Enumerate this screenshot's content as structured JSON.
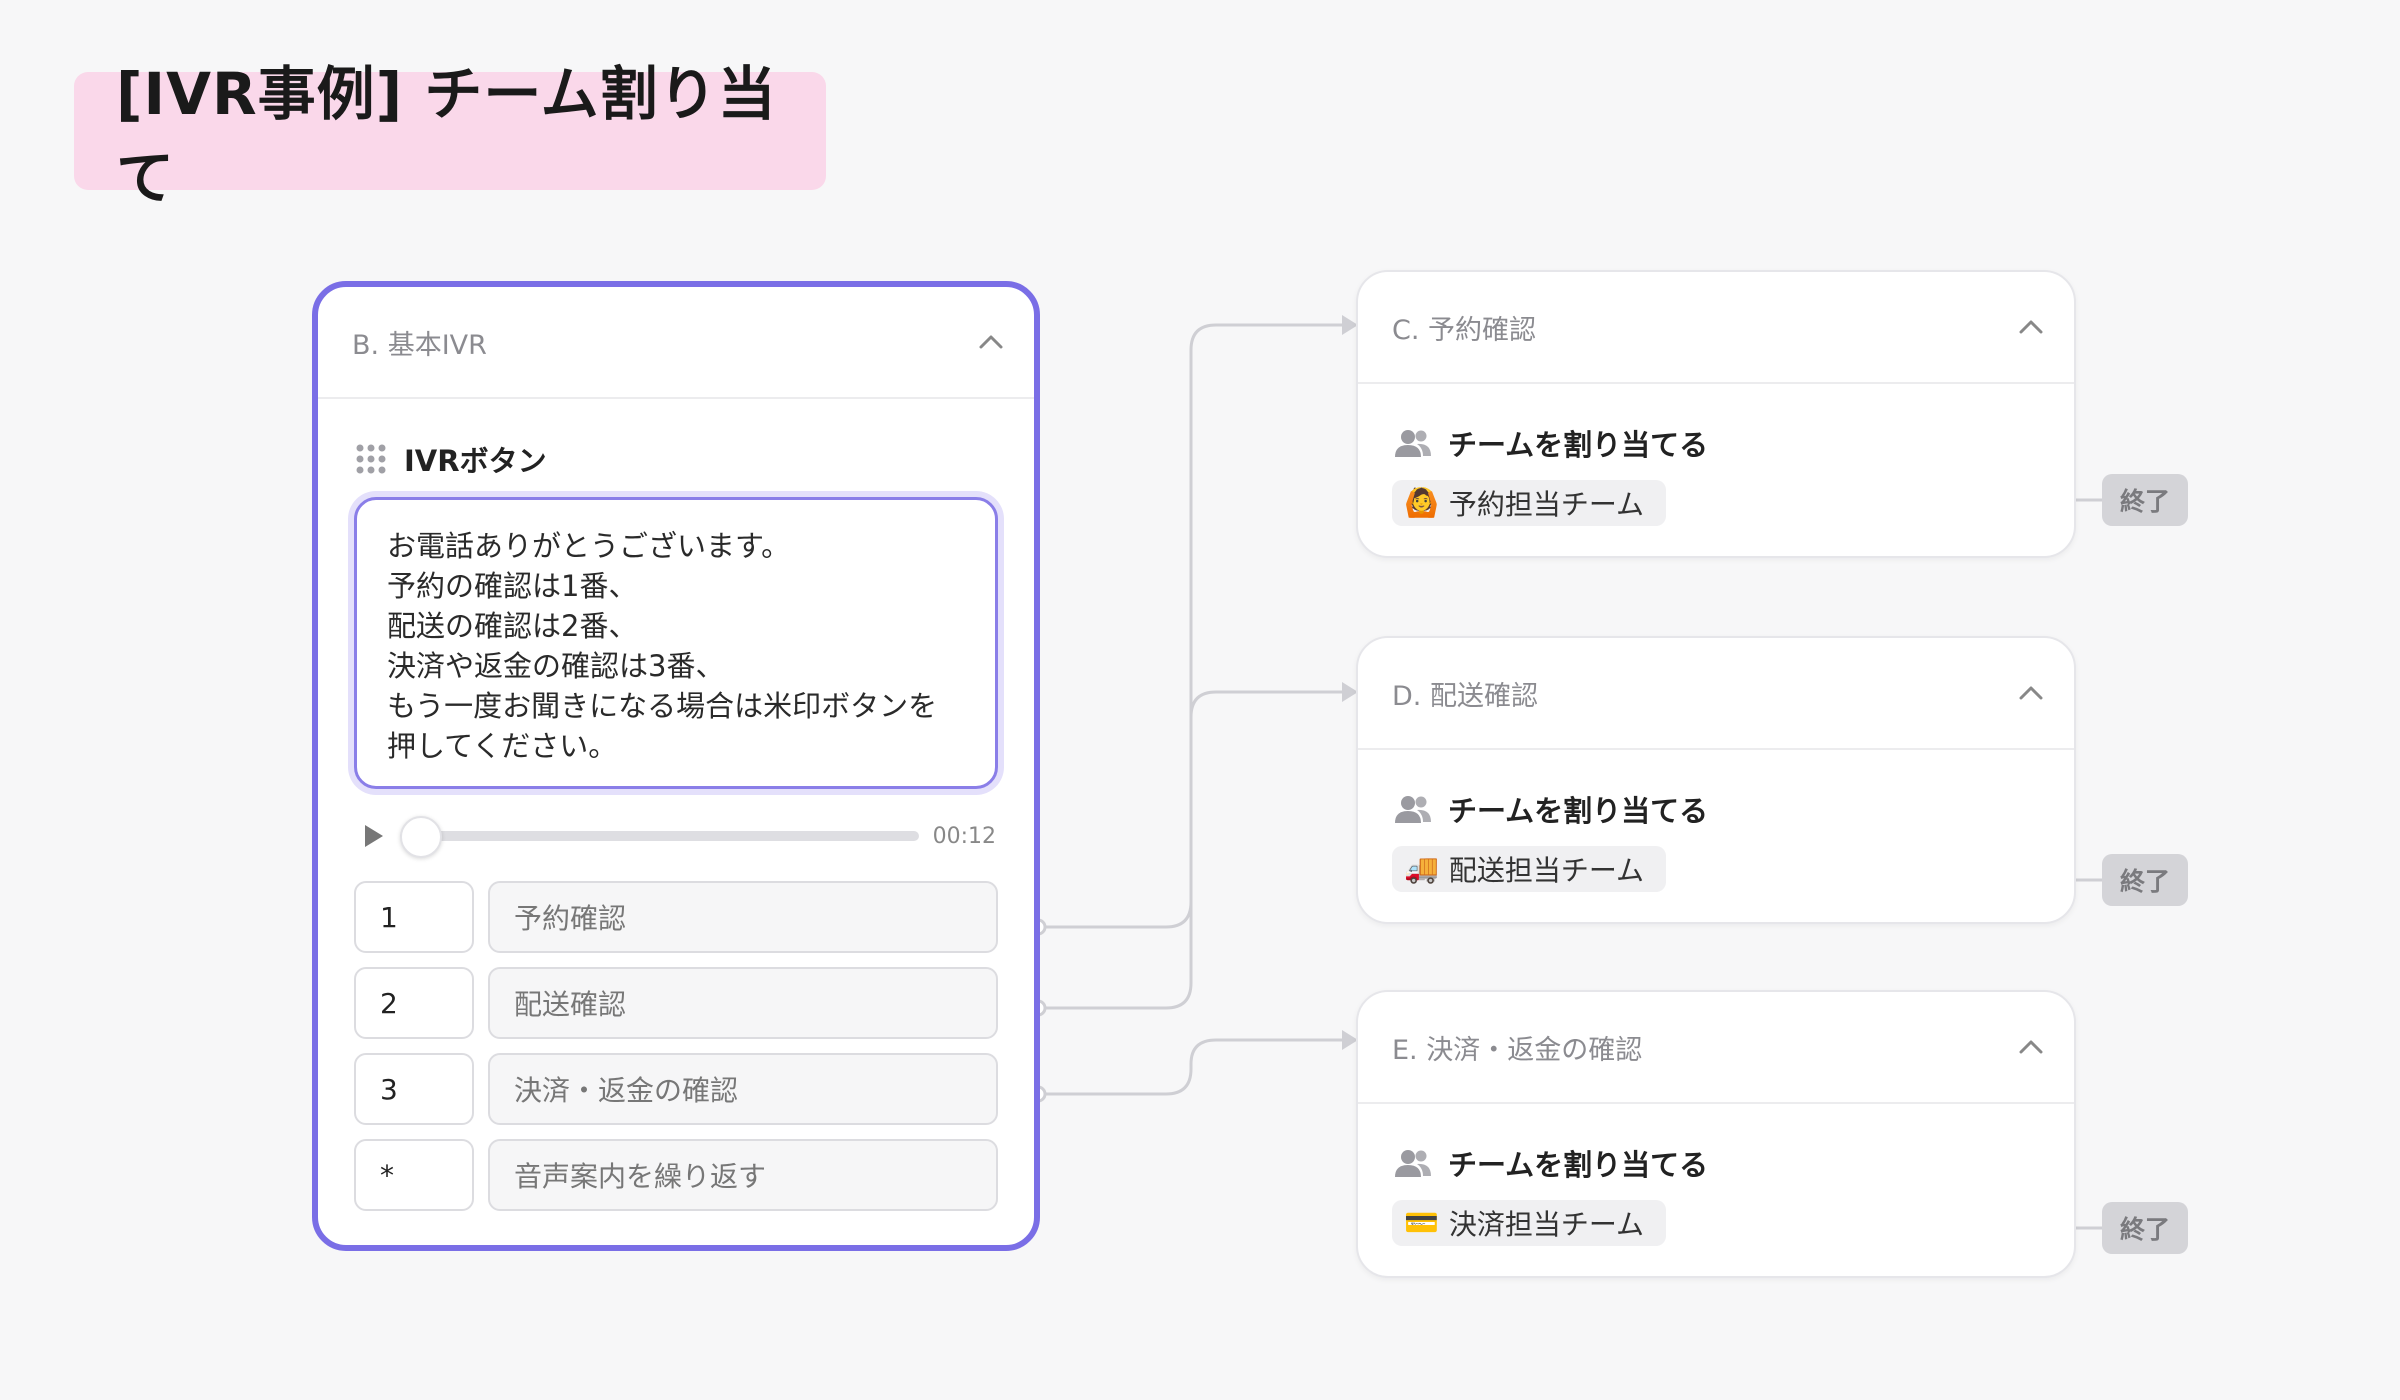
{
  "page_title": "[IVR事例] チーム割り当て",
  "ivr_card": {
    "title": "B. 基本IVR",
    "section_label": "IVRボタン",
    "message": "お電話ありがとうございます。\n予約の確認は1番、\n配送の確認は2番、\n決済や返金の確認は3番、\nもう一度お聞きになる場合は米印ボタンを\n押してください。",
    "audio": {
      "duration": "00:12",
      "progress": 0
    },
    "buttons": [
      {
        "key": "1",
        "destination": "予約確認"
      },
      {
        "key": "2",
        "destination": "配送確認"
      },
      {
        "key": "3",
        "destination": "決済・返金の確認"
      },
      {
        "key": "*",
        "destination": "音声案内を繰り返す"
      }
    ]
  },
  "team_cards": [
    {
      "title": "C. 予約確認",
      "action": "チームを割り当てる",
      "team_emoji": "🙆",
      "team": "予約担当チーム",
      "end": "終了"
    },
    {
      "title": "D. 配送確認",
      "action": "チームを割り当てる",
      "team_emoji": "🚚",
      "team": "配送担当チーム",
      "end": "終了"
    },
    {
      "title": "E. 決済・返金の確認",
      "action": "チームを割り当てる",
      "team_emoji": "💳",
      "team": "決済担当チーム",
      "end": "終了"
    }
  ],
  "colors": {
    "accent": "#7a6ee6",
    "title_badge": "#fad8ea",
    "connector": "#cfcfd4"
  }
}
